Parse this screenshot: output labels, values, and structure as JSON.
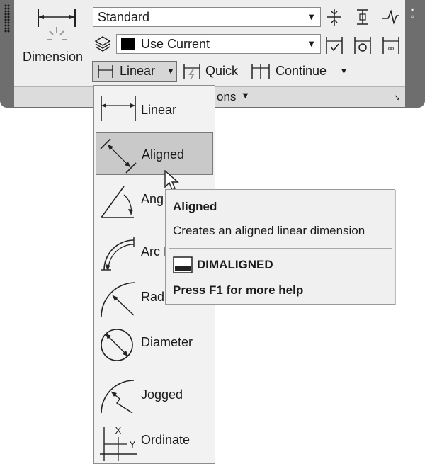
{
  "ribbon": {
    "dimension_label": "Dimension",
    "dim_style_value": "Standard",
    "layer_value": "Use Current",
    "layer_color": "#000000",
    "linear_button_label": "Linear",
    "quick_label": "Quick",
    "continue_label": "Continue",
    "panel_title_visible": "ons"
  },
  "menu": {
    "items": [
      {
        "label": "Linear",
        "icon": "linear-dim-icon"
      },
      {
        "label": "Aligned",
        "icon": "aligned-dim-icon"
      },
      {
        "label": "Ang",
        "icon": "angular-dim-icon"
      },
      {
        "label": "Arc L",
        "icon": "arc-length-dim-icon"
      },
      {
        "label": "Radi",
        "icon": "radius-dim-icon"
      },
      {
        "label": "Diameter",
        "icon": "diameter-dim-icon"
      },
      {
        "label": "Jogged",
        "icon": "jogged-dim-icon"
      },
      {
        "label": "Ordinate",
        "icon": "ordinate-dim-icon"
      }
    ],
    "selected": "Aligned"
  },
  "tooltip": {
    "title": "Aligned",
    "description": "Creates an aligned linear dimension",
    "command": "DIMALIGNED",
    "help": "Press F1 for more help"
  }
}
